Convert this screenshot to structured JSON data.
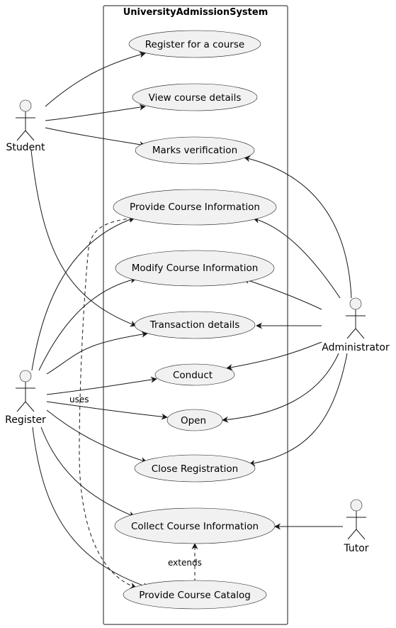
{
  "system": {
    "title": "UniversityAdmissionSystem"
  },
  "actors": {
    "student": "Student",
    "register": "Register",
    "administrator": "Administrator",
    "tutor": "Tutor"
  },
  "use_cases": {
    "register_course": "Register for a course",
    "view_course": "View course details",
    "marks": "Marks verification",
    "provide_info": "Provide Course Information",
    "modify_info": "Modify Course Information",
    "transaction": "Transaction details",
    "conduct": "Conduct",
    "open": "Open",
    "close_reg": "Close Registration",
    "collect_info": "Collect Course Information",
    "catalog": "Provide Course Catalog"
  },
  "edge_labels": {
    "uses": "uses",
    "extends": "extends"
  }
}
